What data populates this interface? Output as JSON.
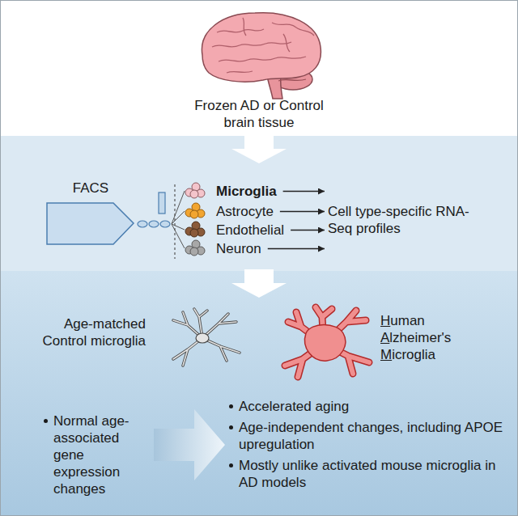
{
  "diagram": {
    "nodes": [
      {
        "text": [
          "Frozen AD or Control brain tissue"
        ]
      },
      {
        "text": [
          "FACS"
        ]
      },
      {
        "text": [
          "Microglia"
        ]
      },
      {
        "text": [
          "Astrocyte"
        ]
      },
      {
        "text": [
          "Endothelial"
        ]
      },
      {
        "text": [
          "Neuron"
        ]
      },
      {
        "text": [
          "Cell type-specific RNA-Seq profiles"
        ]
      },
      {
        "text": [
          "Age-matched Control microglia"
        ]
      },
      {
        "text": [
          "Human Alzheimer's Microglia"
        ]
      },
      {
        "text": [
          "Normal age-associated gene expression changes"
        ]
      },
      {
        "text": [
          "Accelerated aging",
          "Age-independent changes, including APOE upregulation",
          "Mostly unlike activated mouse microglia in AD models"
        ]
      }
    ],
    "edges": [
      {
        "from": 2,
        "to": 6,
        "arrow": "to"
      },
      {
        "from": 3,
        "to": 6,
        "arrow": "to"
      },
      {
        "from": 4,
        "to": 6,
        "arrow": "to"
      },
      {
        "from": 5,
        "to": 6,
        "arrow": "to"
      }
    ]
  }
}
